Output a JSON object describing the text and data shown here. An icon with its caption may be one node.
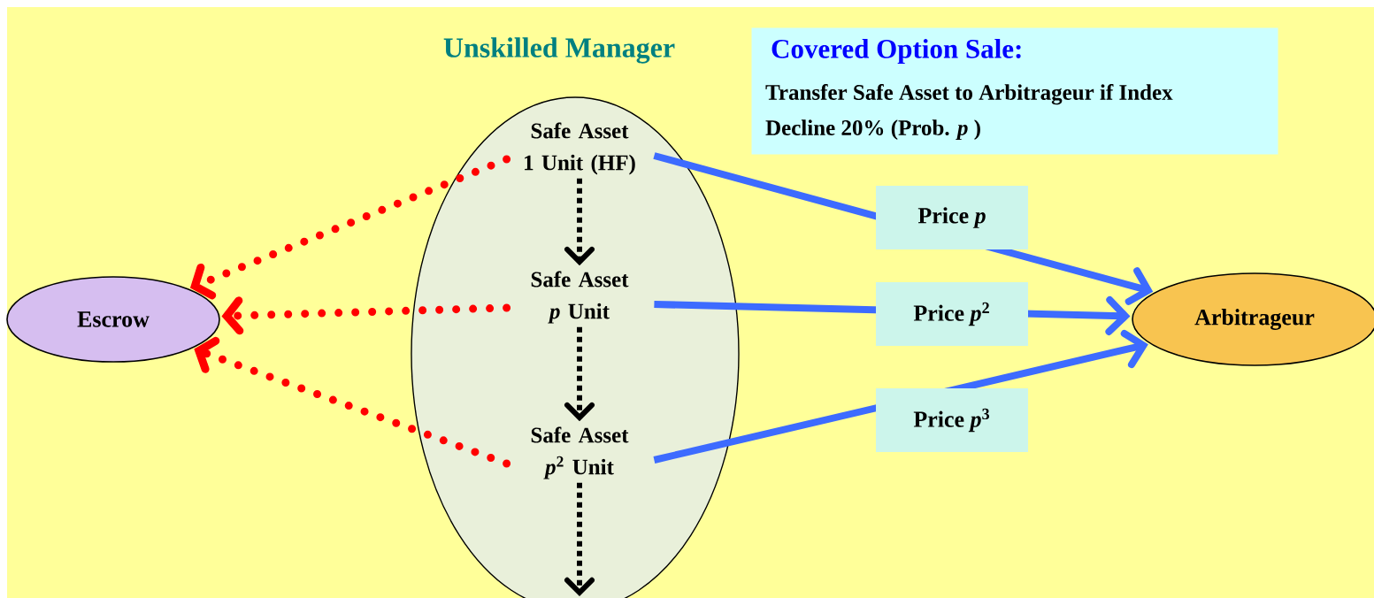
{
  "diagram": {
    "nodes": [
      {
        "text": [
          "Unskilled Manager"
        ]
      },
      {
        "text": [
          "Safe Asset 1 Unit (HF)"
        ],
        "in": 0
      },
      {
        "text": [
          "Safe Asset *p* Unit"
        ],
        "in": 0
      },
      {
        "text": [
          "Safe Asset *p*$^{2}$ Unit"
        ],
        "in": 0
      },
      {
        "text": [
          "Covered Option Sale:",
          "Transfer Safe Asset to Arbitrageur if Index Decline 20% (Prob. *p* )"
        ]
      },
      {
        "text": [
          "Escrow"
        ]
      },
      {
        "text": [
          "Arbitrageur"
        ]
      }
    ],
    "edges": [
      {
        "from": 1,
        "to": 2,
        "arrow": "to",
        "style": "dashed"
      },
      {
        "from": 2,
        "to": 3,
        "arrow": "to",
        "style": "dashed"
      },
      {
        "from": 3,
        "to": null,
        "arrow": "to",
        "style": "dashed"
      },
      {
        "from": 1,
        "to": 5,
        "arrow": "to",
        "style": "dashed",
        "color": "#ff0000"
      },
      {
        "from": 2,
        "to": 5,
        "arrow": "to",
        "style": "dashed",
        "color": "#ff0000"
      },
      {
        "from": 3,
        "to": 5,
        "arrow": "to",
        "style": "dashed",
        "color": "#ff0000"
      },
      {
        "from": 1,
        "to": 6,
        "arrow": "to",
        "color": "#3d6bff",
        "label": "Price *p*"
      },
      {
        "from": 2,
        "to": 6,
        "arrow": "to",
        "color": "#3d6bff",
        "label": "Price *p*$^{2}$"
      },
      {
        "from": 3,
        "to": 6,
        "arrow": "to",
        "color": "#3d6bff",
        "label": "Price *p*$^{3}$"
      }
    ]
  }
}
